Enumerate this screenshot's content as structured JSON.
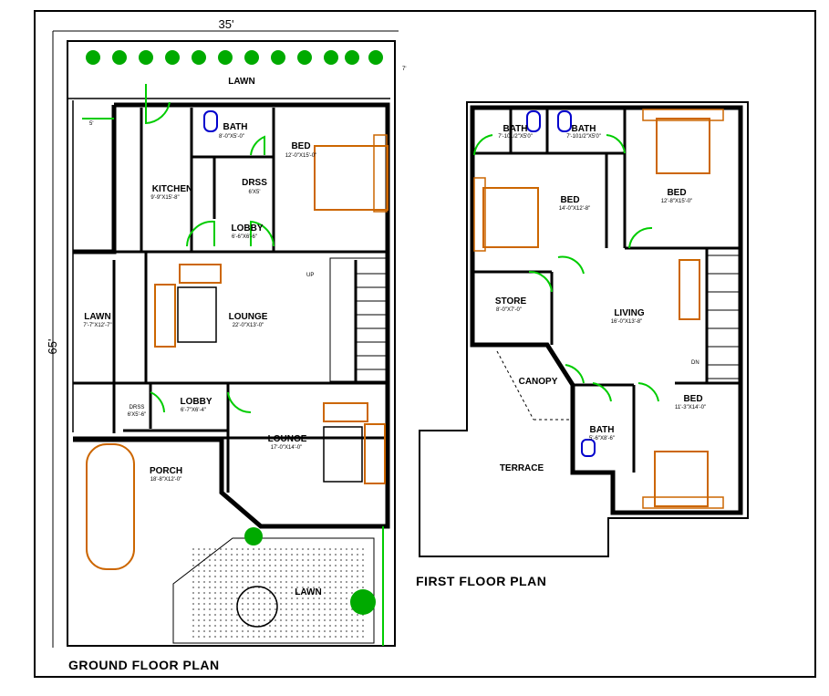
{
  "ground_floor": {
    "title": "GROUND FLOOR PLAN",
    "width_label": "35'",
    "depth_label": "65'",
    "lawn_top": "LAWN",
    "lawn_side": "LAWN",
    "lawn_side_dim": "7'-7\"X12'-7\"",
    "bath": "BATH",
    "bath_dim": "8'-0\"X5'-0\"",
    "kitchen": "KITCHEN",
    "kitchen_dim": "9'-9\"X15'-8\"",
    "dress": "DRSS",
    "dress_dim": "6'X5'",
    "bed": "BED",
    "bed_dim": "12'-0\"X15'-0\"",
    "lobby1": "LOBBY",
    "lobby1_dim": "6'-6\"X6'-6\"",
    "lounge1": "LOUNGE",
    "lounge1_dim": "22'-0\"X13'-0\"",
    "up": "UP",
    "dress2": "DRSS",
    "dress2_dim": "6'X5'-6\"",
    "lobby2": "LOBBY",
    "lobby2_dim": "6'-7\"X6'-4\"",
    "lounge2": "LOUNGE",
    "lounge2_dim": "17'-0\"X14'-0\"",
    "porch": "PORCH",
    "porch_dim": "18'-8\"X12'-0\"",
    "lawn_front": "LAWN",
    "setback": "5'",
    "setback2": "7'"
  },
  "first_floor": {
    "title": "FIRST  FLOOR PLAN",
    "bath1": "BATH",
    "bath1_dim": "7'-101/2\"X5'0\"",
    "bath2": "BATH",
    "bath2_dim": "7'-101/2\"X5'0\"",
    "bed1": "BED",
    "bed1_dim": "14'-0\"X12'-8\"",
    "bed2": "BED",
    "bed2_dim": "12'-8\"X15'-0\"",
    "store": "STORE",
    "store_dim": "8'-0\"X7'-0\"",
    "living": "LIVING",
    "living_dim": "16'-0\"X13'-8\"",
    "dn": "DN",
    "canopy": "CANOPY",
    "bath3": "BATH",
    "bath3_dim": "5'-6\"X8'-6\"",
    "bed3": "BED",
    "bed3_dim": "11'-3\"X14'-0\"",
    "terrace": "TERRACE"
  },
  "colors": {
    "wall": "#000000",
    "door": "#00cc00",
    "furniture": "#cc6600",
    "fixture": "#0000cc",
    "plant": "#00aa00"
  }
}
